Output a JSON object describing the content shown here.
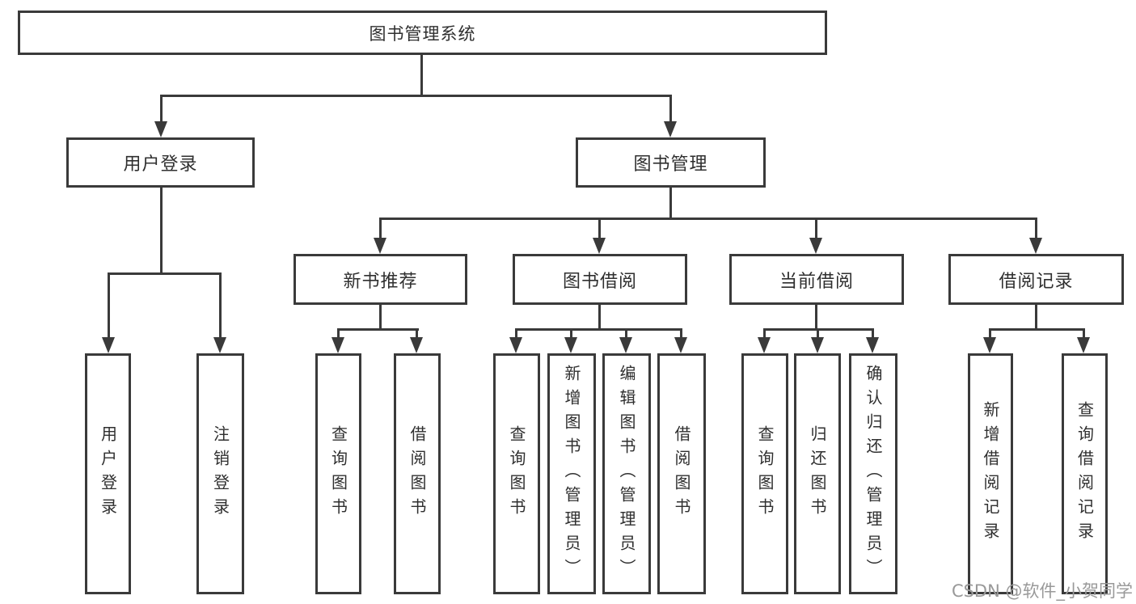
{
  "tree": {
    "root": {
      "label": "图书管理系统"
    },
    "branches": [
      {
        "label": "用户登录",
        "leaves": [
          "用户登录",
          "注销登录"
        ]
      },
      {
        "label": "图书管理",
        "sections": [
          {
            "label": "新书推荐",
            "leaves": [
              "查询图书",
              "借阅图书"
            ]
          },
          {
            "label": "图书借阅",
            "leaves": [
              "查询图书",
              "新增图书（管理员）",
              "编辑图书（管理员）",
              "借阅图书"
            ]
          },
          {
            "label": "当前借阅",
            "leaves": [
              "查询图书",
              "归还图书",
              "确认归还（管理员）"
            ]
          },
          {
            "label": "借阅记录",
            "leaves": [
              "新增借阅记录",
              "查询借阅记录"
            ]
          }
        ]
      }
    ]
  },
  "watermark": "CSDN @软件_小贺同学",
  "colors": {
    "line": "#3a3a3a",
    "text": "#2f2f2f",
    "box_background": "#ffffff",
    "page_background": "#ffffff",
    "watermark": "#999999"
  }
}
